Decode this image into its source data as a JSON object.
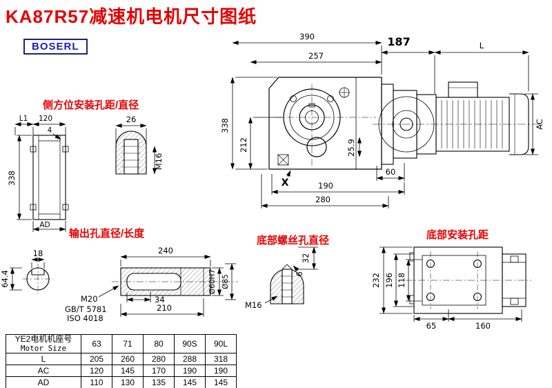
{
  "page": {
    "title": "KA87R57减速机电机尺寸图纸",
    "brand": "BOSERL"
  },
  "sections": {
    "side_mount_label": "侧方位安装孔距/直径",
    "output_label": "输出孔直径/长度",
    "bottom_screw_label": "底部螺丝孔直径",
    "bottom_mount_label": "底部安装孔距"
  },
  "main_view": {
    "total_width": "390",
    "width2": "257",
    "height": "338",
    "center_height": "212",
    "dim_25_9": "25.9",
    "dim_60": "60",
    "dim_190": "190",
    "dim_280": "280",
    "x_mark": "X"
  },
  "motor_view": {
    "dim_187": "187",
    "dim_l": "L",
    "dim_ac": "AC"
  },
  "side_view": {
    "dim_l1": "L1",
    "dim_120": "120",
    "dim_4": "4",
    "dim_338": "338",
    "dim_ad": "AD",
    "hole_width": "26",
    "thread": "M16"
  },
  "output_view": {
    "key_width": "18",
    "dim_64_4": "64.4",
    "length": "240",
    "thread": "M20",
    "std1": "GB/T 5781",
    "std2": "ISO 4018",
    "dim_34": "34",
    "dim_210": "210",
    "dia_60": "Ø60H7",
    "dia_85": "Ø85"
  },
  "screw_view": {
    "dim_32": "32",
    "dim_6": "6",
    "thread": "M16"
  },
  "bottom_view": {
    "dim_232": "232",
    "dim_196": "196",
    "dim_118": "118",
    "dim_65": "65",
    "dim_160": "160"
  },
  "table": {
    "header_cn": "YE2电机机座号",
    "header_en": "Motor Size",
    "columns": [
      "63",
      "71",
      "80",
      "90S",
      "90L"
    ],
    "rows": [
      {
        "label": "L",
        "values": [
          "205",
          "260",
          "280",
          "288",
          "318"
        ]
      },
      {
        "label": "AC",
        "values": [
          "120",
          "145",
          "170",
          "190",
          "190"
        ]
      },
      {
        "label": "AD",
        "values": [
          "110",
          "130",
          "135",
          "145",
          "145"
        ]
      }
    ]
  },
  "colors": {
    "accent_red": "#e60000",
    "brand_blue": "#1d1dbe",
    "line": "#000000"
  }
}
